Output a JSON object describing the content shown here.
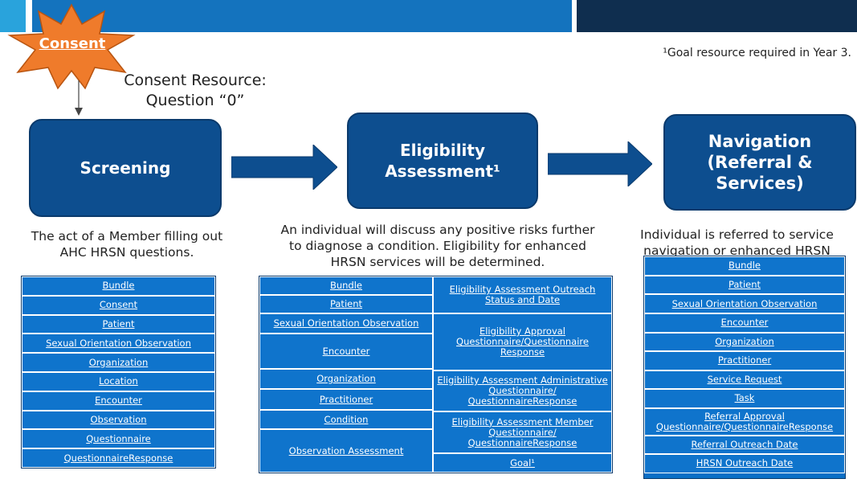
{
  "consent": {
    "label": "Consent",
    "resource_line1": "Consent Resource:",
    "resource_line2": "Question “0”"
  },
  "footnote": "¹Goal resource required in Year 3.",
  "stages": {
    "screening": {
      "title": "Screening"
    },
    "eligibility": {
      "title_line1": "Eligibility",
      "title_line2": "Assessment¹"
    },
    "navigation": {
      "title_line1": "Navigation",
      "title_line2": "(Referral &",
      "title_line3": "Services)"
    }
  },
  "descriptions": {
    "screening": "The act of a Member filling out AHC HRSN questions.",
    "eligibility": "An individual will discuss any  positive risks further to diagnose a condition. Eligibility for enhanced HRSN services will be determined.",
    "navigation": "Individual is referred to service navigation or enhanced HRSN services."
  },
  "screening_table": [
    "Bundle",
    "Consent",
    "Patient",
    "Sexual Orientation Observation",
    "Organization",
    "Location",
    "Encounter",
    "Observation",
    "Questionnaire",
    "QuestionnaireResponse"
  ],
  "eligibility_table": {
    "left": [
      "Bundle",
      "Patient",
      "Sexual Orientation Observation",
      "Encounter",
      "Organization",
      "Practitioner",
      "Condition",
      "Observation Assessment"
    ],
    "right": [
      "Eligibility Assessment Outreach Status and Date",
      "Eligibility Approval Questionnaire/Questionnaire Response",
      "Eligibility Assessment Administrative Questionnaire/ QuestionnaireResponse",
      "Eligibility Assessment Member Questionnaire/ QuestionnaireResponse",
      "Goal¹"
    ]
  },
  "navigation_table": [
    "Bundle",
    "Patient",
    "Sexual Orientation Observation",
    "Encounter",
    "Organization",
    "Practitioner",
    "Service Request",
    "Task",
    "Referral Approval Questionnaire/QuestionnaireResponse",
    "Referral Outreach Date",
    "HRSN Outreach Date"
  ],
  "colors": {
    "banner_blue": "#1473be",
    "banner_navy": "#0f2e4f",
    "stage_fill": "#0d4e8f",
    "table_fill": "#0f74cc",
    "consent_orange": "#ef7b2b"
  }
}
